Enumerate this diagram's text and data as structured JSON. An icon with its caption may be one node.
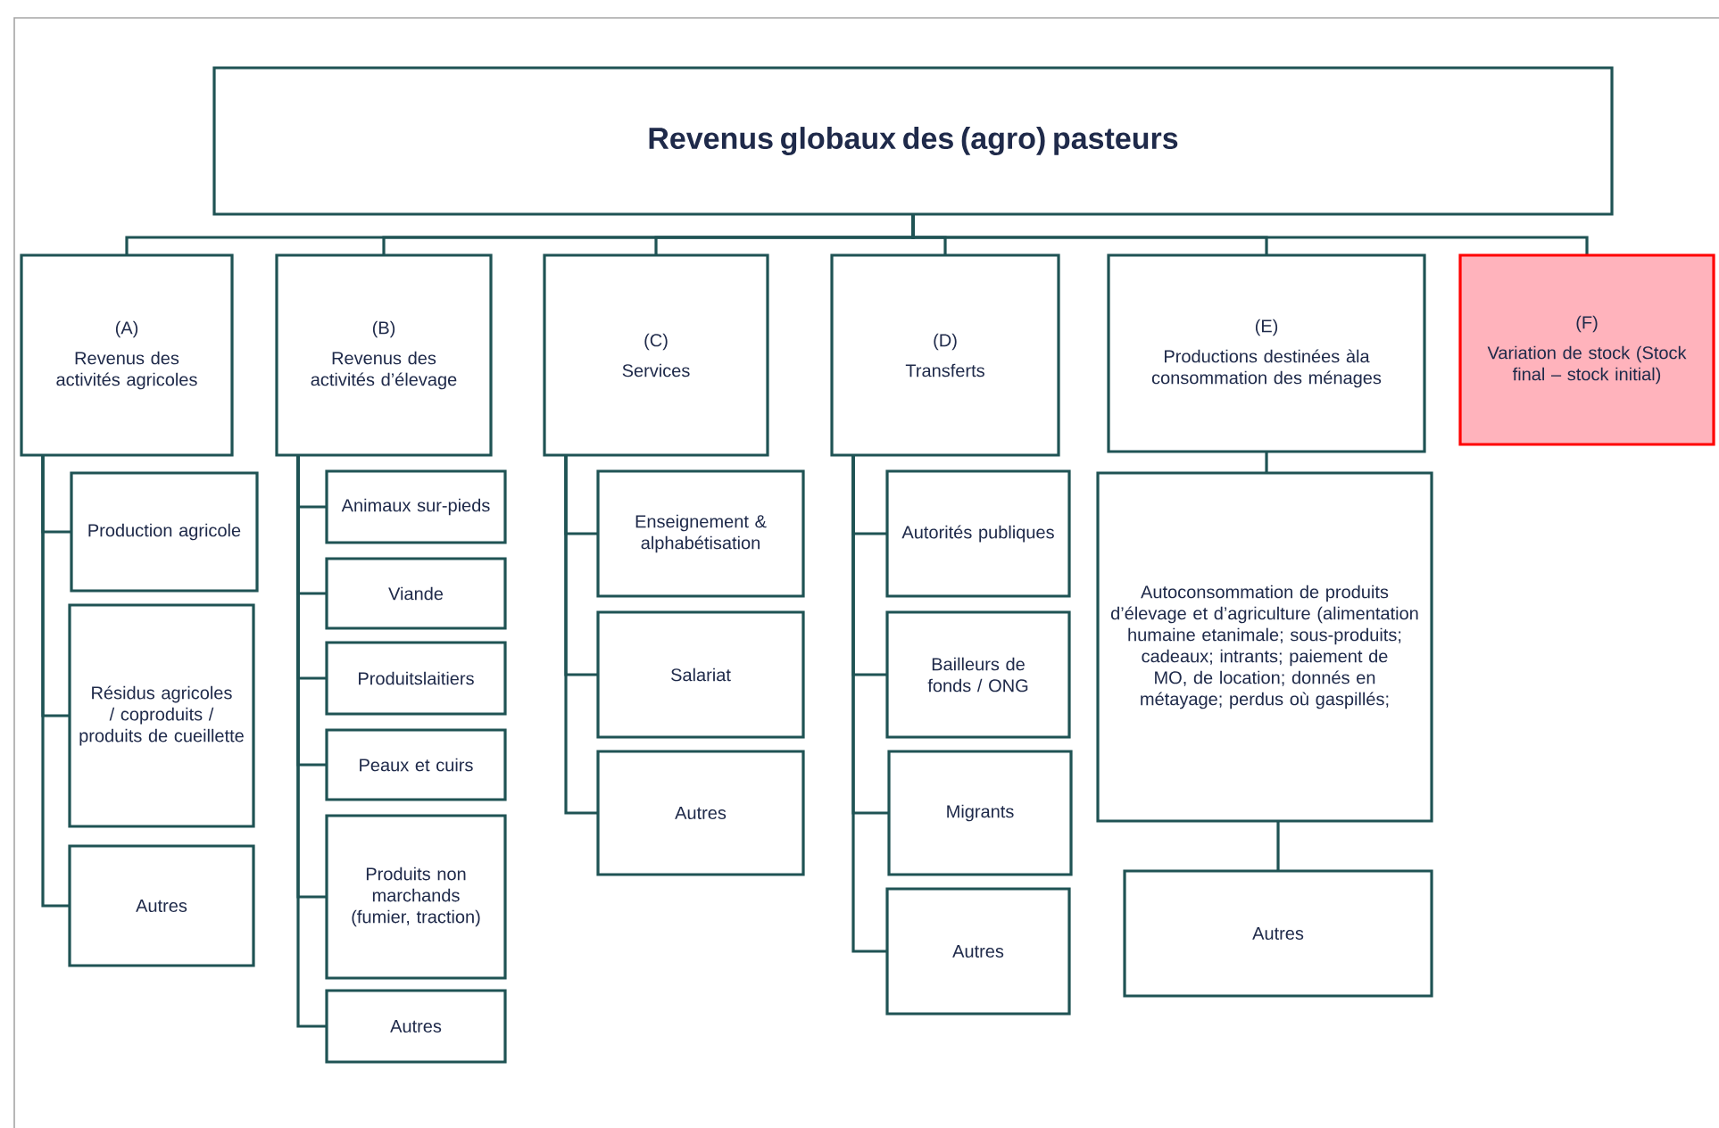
{
  "diagram": {
    "nodes": [
      {
        "text": [
          "Revenus globaux des (agro) pasteurs"
        ]
      },
      {
        "text": [
          "(A)",
          "Revenus des activités agricoles"
        ]
      },
      {
        "text": [
          "(B)",
          "Revenus des activités d’élevage"
        ]
      },
      {
        "text": [
          "(C)",
          "Services"
        ]
      },
      {
        "text": [
          "(D)",
          "Transferts"
        ]
      },
      {
        "text": [
          "(E)",
          "Productions destinées àla consommation des ménages"
        ]
      },
      {
        "text": [
          "(F)",
          "Variation de stock (Stock final – stock initial)"
        ]
      },
      {
        "text": [
          "Production agricole"
        ]
      },
      {
        "text": [
          "Résidus agricoles / coproduits / produits de cueillette"
        ]
      },
      {
        "text": [
          "Autres"
        ]
      },
      {
        "text": [
          "Animaux sur-pieds"
        ]
      },
      {
        "text": [
          "Viande"
        ]
      },
      {
        "text": [
          "Produitslaitiers"
        ]
      },
      {
        "text": [
          "Peaux et cuirs"
        ]
      },
      {
        "text": [
          "Produits non marchands (fumier, traction)"
        ]
      },
      {
        "text": [
          "Autres"
        ]
      },
      {
        "text": [
          "Enseignement & alphabétisation"
        ]
      },
      {
        "text": [
          "Salariat"
        ]
      },
      {
        "text": [
          "Autres"
        ]
      },
      {
        "text": [
          "Autorités publiques"
        ]
      },
      {
        "text": [
          "Bailleurs de fonds / ONG"
        ]
      },
      {
        "text": [
          "Migrants"
        ]
      },
      {
        "text": [
          "Autres"
        ]
      },
      {
        "text": [
          "Autoconsommation de produits d’élevage et d’agriculture (alimentation humaine etanimale; sous-produits; cadeaux; intrants; paiement de MO, de location; donnés en métayage; perdus où gaspillés;"
        ]
      },
      {
        "text": [
          "Autres"
        ]
      }
    ],
    "edges": [
      {
        "from": 0,
        "to": 1,
        "arrow": "none"
      },
      {
        "from": 0,
        "to": 2,
        "arrow": "none"
      },
      {
        "from": 0,
        "to": 3,
        "arrow": "none"
      },
      {
        "from": 0,
        "to": 4,
        "arrow": "none"
      },
      {
        "from": 0,
        "to": 5,
        "arrow": "none"
      },
      {
        "from": 0,
        "to": 6,
        "arrow": "none"
      },
      {
        "from": 1,
        "to": 7,
        "arrow": "none"
      },
      {
        "from": 1,
        "to": 8,
        "arrow": "none"
      },
      {
        "from": 1,
        "to": 9,
        "arrow": "none"
      },
      {
        "from": 2,
        "to": 10,
        "arrow": "none"
      },
      {
        "from": 2,
        "to": 11,
        "arrow": "none"
      },
      {
        "from": 2,
        "to": 12,
        "arrow": "none"
      },
      {
        "from": 2,
        "to": 13,
        "arrow": "none"
      },
      {
        "from": 2,
        "to": 14,
        "arrow": "none"
      },
      {
        "from": 2,
        "to": 15,
        "arrow": "none"
      },
      {
        "from": 3,
        "to": 16,
        "arrow": "none"
      },
      {
        "from": 3,
        "to": 17,
        "arrow": "none"
      },
      {
        "from": 3,
        "to": 18,
        "arrow": "none"
      },
      {
        "from": 4,
        "to": 19,
        "arrow": "none"
      },
      {
        "from": 4,
        "to": 20,
        "arrow": "none"
      },
      {
        "from": 4,
        "to": 21,
        "arrow": "none"
      },
      {
        "from": 4,
        "to": 22,
        "arrow": "none"
      },
      {
        "from": 5,
        "to": 23,
        "arrow": "none"
      },
      {
        "from": 23,
        "to": 24,
        "arrow": "none"
      }
    ]
  }
}
